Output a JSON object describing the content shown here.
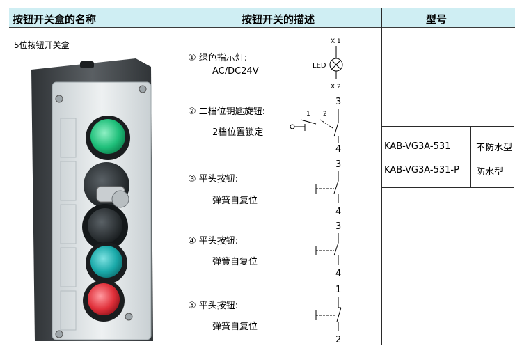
{
  "headers": {
    "col1": "按钮开关盒的名称",
    "col2": "按钮开关的描述",
    "col3": "型号"
  },
  "box_name": "5位按钮开关盒",
  "items": [
    {
      "num": "①",
      "title": "绿色指示灯:",
      "detail": "AC/DC24V",
      "symbol": {
        "top": "X 1",
        "bottom": "X 2",
        "label": "LED"
      }
    },
    {
      "num": "②",
      "title": "二档位钥匙旋钮:",
      "detail": "2档位置锁定",
      "symbol": {
        "top": "3",
        "bottom": "4",
        "pos1": "1",
        "pos2": "2"
      }
    },
    {
      "num": "③",
      "title": "平头按钮:",
      "detail": "弹簧自复位",
      "symbol": {
        "top": "3",
        "bottom": "4"
      }
    },
    {
      "num": "④",
      "title": "平头按钮:",
      "detail": "弹簧自复位",
      "symbol": {
        "top": "3",
        "bottom": "4"
      }
    },
    {
      "num": "⑤",
      "title": "平头按钮:",
      "detail": "弹簧自复位",
      "symbol": {
        "top": "1",
        "bottom": "2"
      }
    }
  ],
  "models": [
    {
      "model": "KAB-VG3A-531",
      "type": "不防水型"
    },
    {
      "model": "KAB-VG3A-531-P",
      "type": "防水型"
    }
  ],
  "colors": {
    "header_bg": "#cfeef3",
    "green_button": "#1fbf7a",
    "teal_button": "#1aa9a9",
    "red_button": "#e0303a",
    "enclosure": "#4a4e52",
    "cover": "#dfe4e6"
  }
}
